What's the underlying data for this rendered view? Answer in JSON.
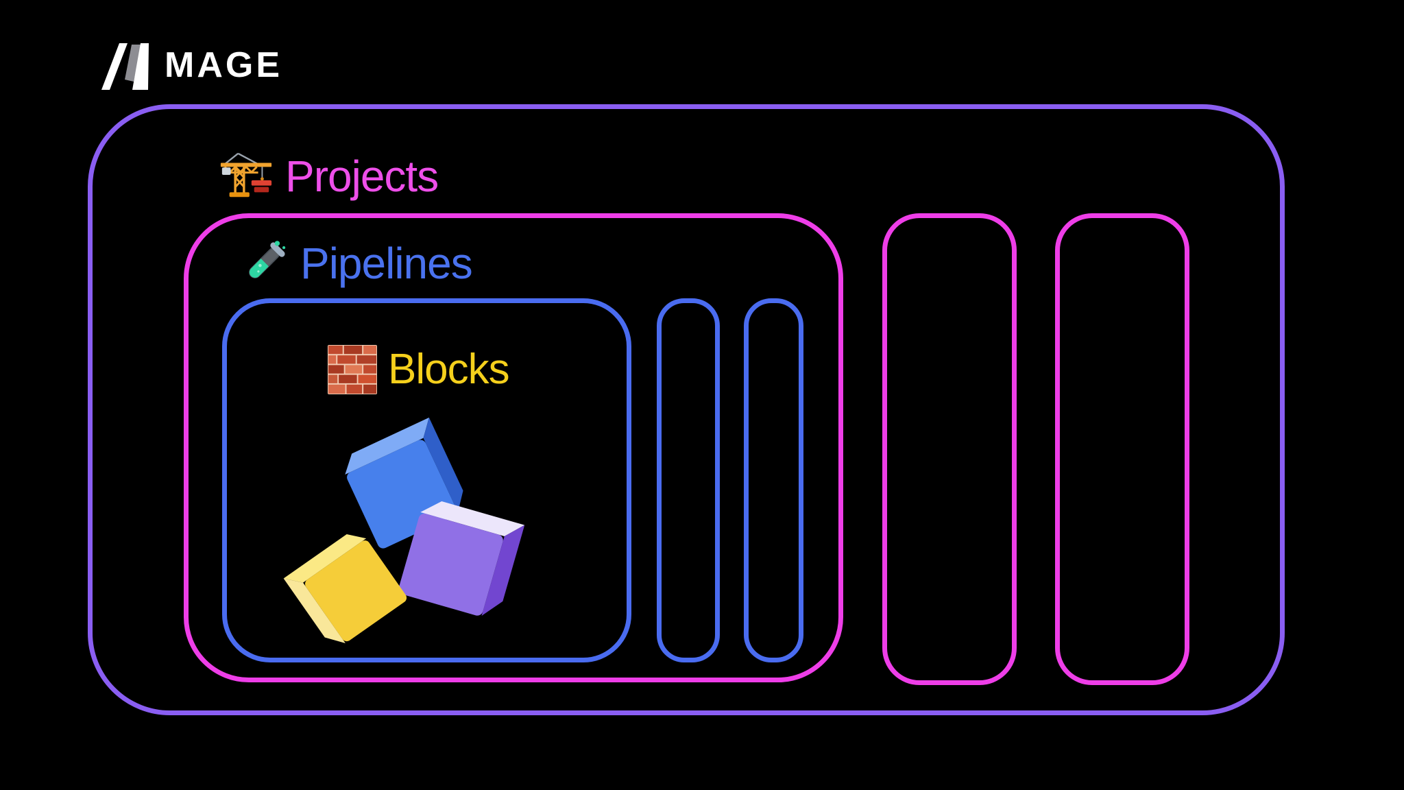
{
  "logo": {
    "brand": "MAGE"
  },
  "diagram": {
    "projects": {
      "label": "Projects",
      "icon": "construction-crane"
    },
    "pipelines": {
      "label": "Pipelines",
      "icon": "test-tube"
    },
    "blocks": {
      "label": "Blocks",
      "icon": "brick-wall"
    },
    "empty_pipeline_placeholders": 2,
    "empty_project_placeholders": 2,
    "cubes": [
      "blue",
      "purple",
      "yellow"
    ]
  },
  "colors": {
    "background": "#000000",
    "projects_border": "#8a5ef2",
    "projects_text": "#ee4fe9",
    "pipelines_border": "#ee3ee8",
    "pipelines_text": "#4a72ee",
    "blocks_border": "#4a6cf0",
    "blocks_text": "#f5d01c",
    "cube_blue": "#4780ec",
    "cube_purple": "#9070e6",
    "cube_yellow": "#f5cd39",
    "logo_text": "#ffffff"
  }
}
